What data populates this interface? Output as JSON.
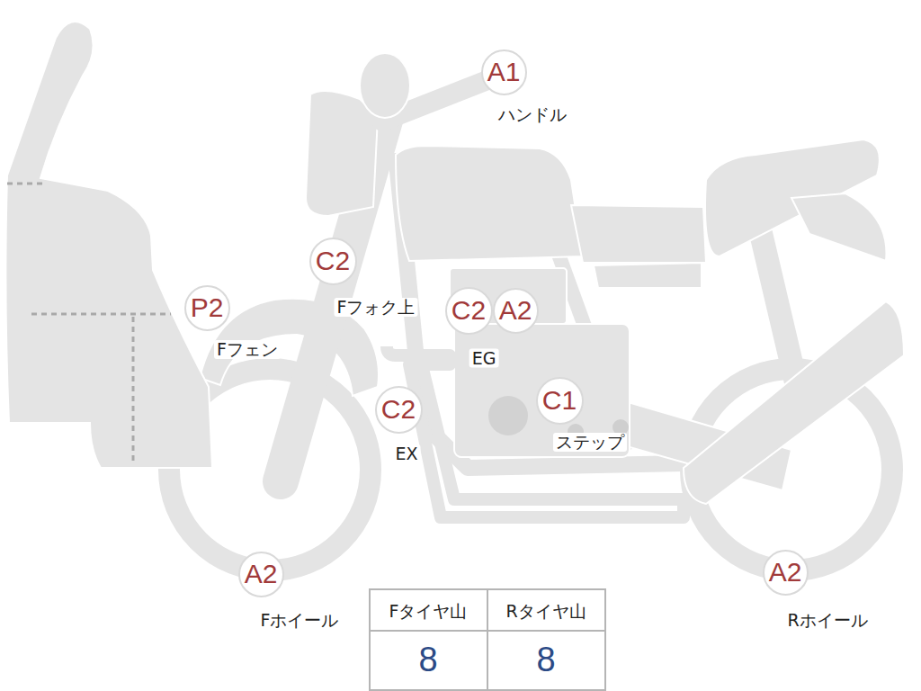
{
  "diagram": {
    "nodes": [
      {
        "text": [
          "A1",
          "ハンドル"
        ]
      },
      {
        "text": [
          "C2",
          "Fフォク上"
        ]
      },
      {
        "text": [
          "P2",
          "Fフェン"
        ]
      },
      {
        "text": [
          "C2"
        ]
      },
      {
        "text": [
          "A2"
        ]
      },
      {
        "text": [
          "C2",
          "EX"
        ]
      },
      {
        "text": [
          "C1",
          "ステップ"
        ]
      },
      {
        "text": [
          "A2",
          "Fホイール"
        ]
      },
      {
        "text": [
          "A2",
          "Rホイール"
        ]
      }
    ],
    "labels": [
      "EG",
      "Fタイヤ山",
      "Rタイヤ山",
      "8",
      "8"
    ]
  }
}
